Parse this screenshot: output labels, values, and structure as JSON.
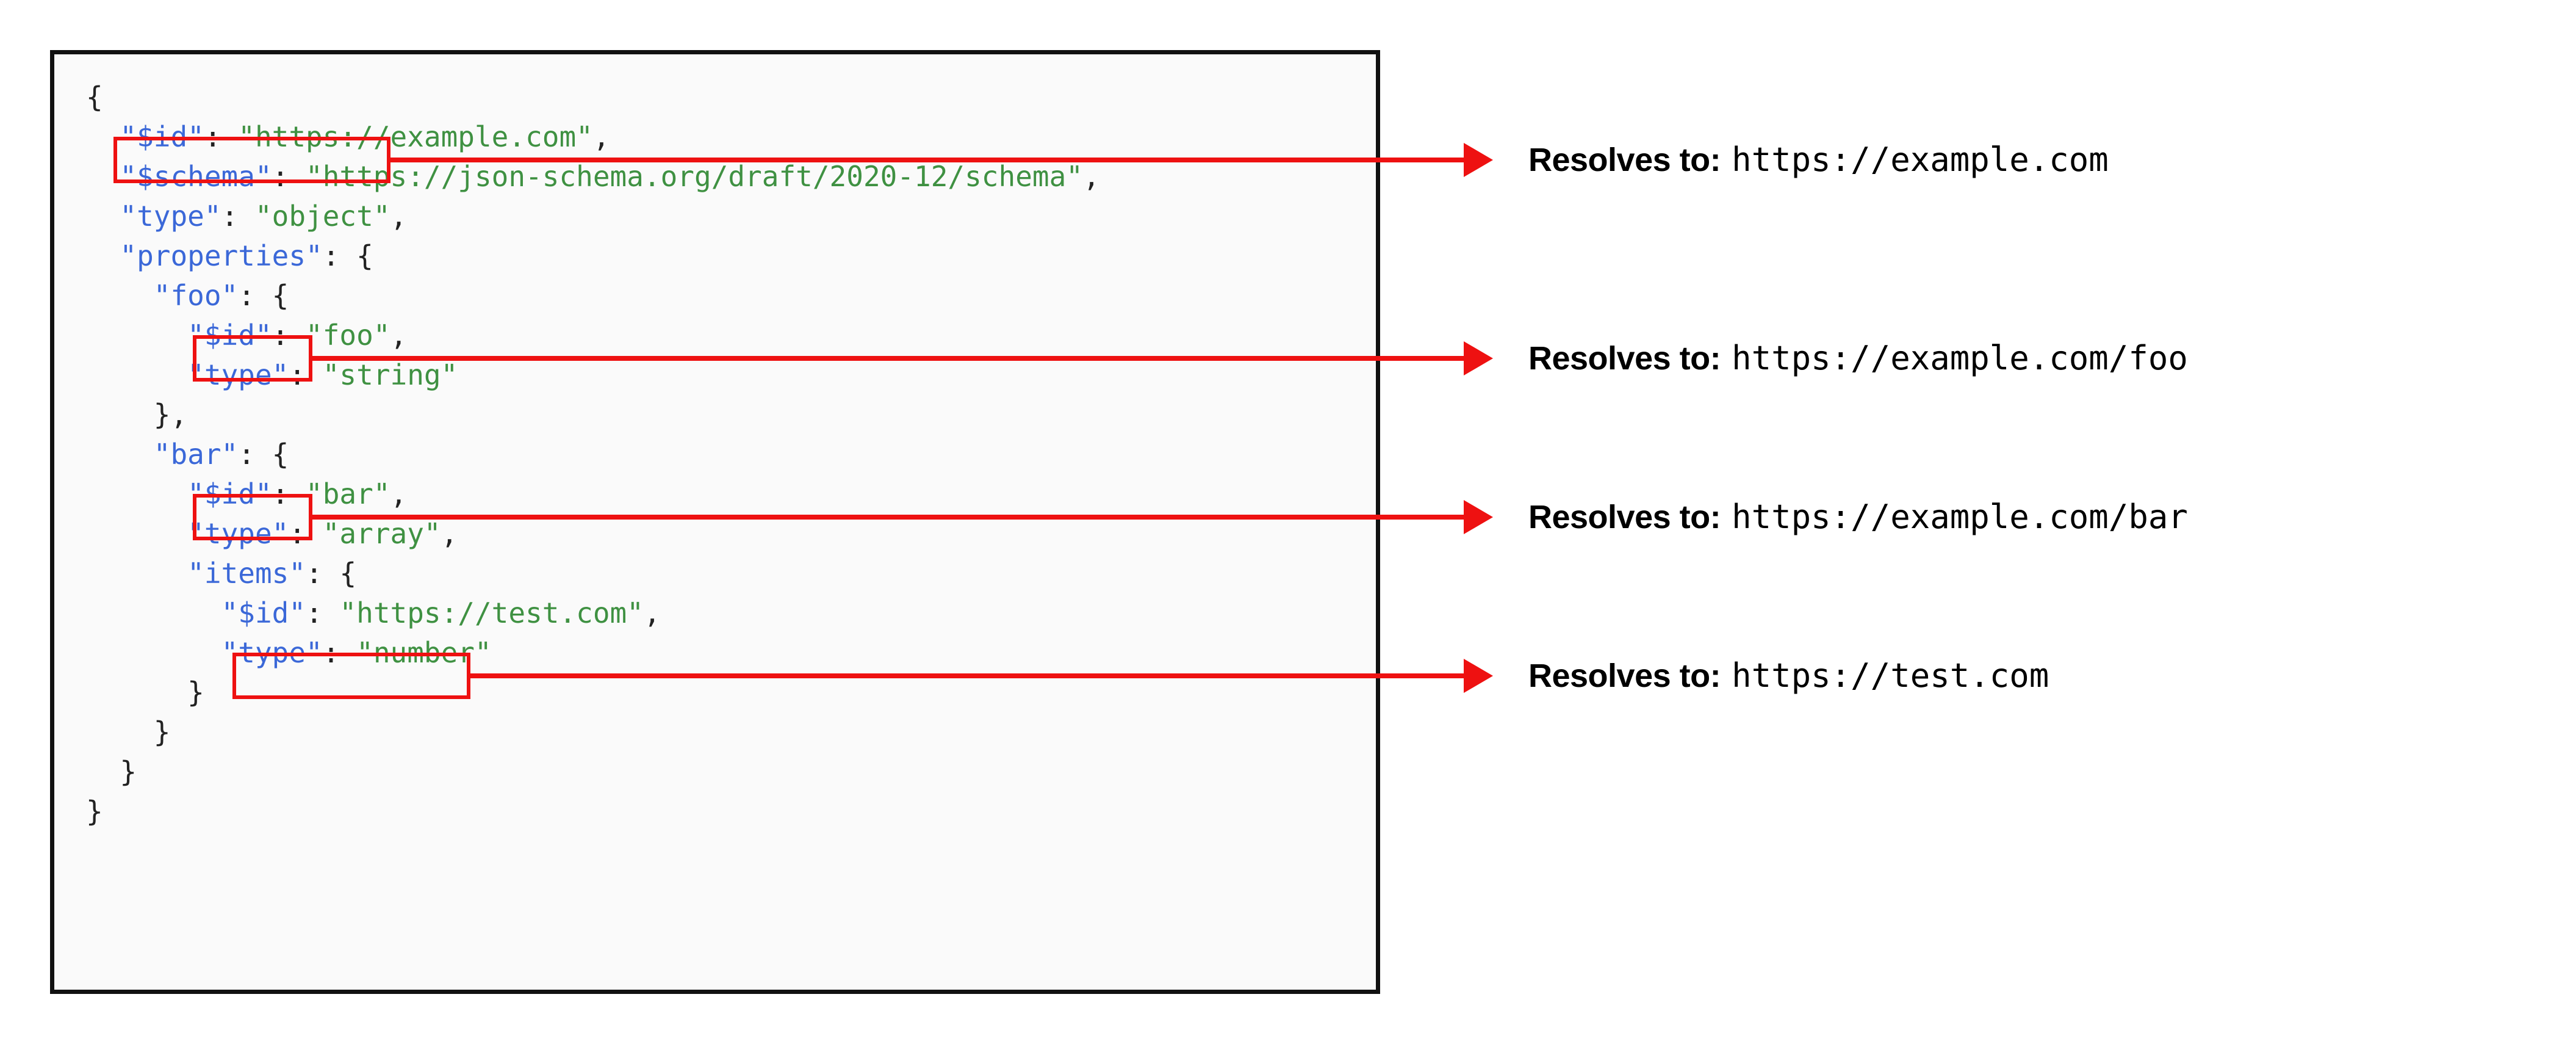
{
  "diagram": {
    "title": "JSON Schema $id resolution",
    "accent_color": "#ee1111",
    "panel_border_color": "#111111",
    "panel_background": "#fafafa",
    "key_color": "#3b68d8",
    "string_color": "#3f9142",
    "punctuation_color": "#222222"
  },
  "code": {
    "language": "json",
    "lines": [
      {
        "indent": 0,
        "text": "{",
        "tokens": [
          {
            "t": "{",
            "c": "p"
          }
        ]
      },
      {
        "indent": 1,
        "text": "\"$id\": \"https://example.com\",",
        "tokens": [
          {
            "t": "\"$id\"",
            "c": "k"
          },
          {
            "t": ": ",
            "c": "p"
          },
          {
            "t": "\"https://example.com\"",
            "c": "s"
          },
          {
            "t": ",",
            "c": "p"
          }
        ]
      },
      {
        "indent": 1,
        "text": "\"$schema\": \"https://json-schema.org/draft/2020-12/schema\",",
        "tokens": [
          {
            "t": "\"$schema\"",
            "c": "k"
          },
          {
            "t": ": ",
            "c": "p"
          },
          {
            "t": "\"https://json-schema.org/draft/2020-12/schema\"",
            "c": "s"
          },
          {
            "t": ",",
            "c": "p"
          }
        ]
      },
      {
        "indent": 1,
        "text": "\"type\": \"object\",",
        "tokens": [
          {
            "t": "\"type\"",
            "c": "k"
          },
          {
            "t": ": ",
            "c": "p"
          },
          {
            "t": "\"object\"",
            "c": "s"
          },
          {
            "t": ",",
            "c": "p"
          }
        ]
      },
      {
        "indent": 1,
        "text": "\"properties\": {",
        "tokens": [
          {
            "t": "\"properties\"",
            "c": "k"
          },
          {
            "t": ": ",
            "c": "p"
          },
          {
            "t": "{",
            "c": "p"
          }
        ]
      },
      {
        "indent": 2,
        "text": "\"foo\": {",
        "tokens": [
          {
            "t": "\"foo\"",
            "c": "k"
          },
          {
            "t": ": ",
            "c": "p"
          },
          {
            "t": "{",
            "c": "p"
          }
        ]
      },
      {
        "indent": 3,
        "text": "\"$id\": \"foo\",",
        "tokens": [
          {
            "t": "\"$id\"",
            "c": "k"
          },
          {
            "t": ": ",
            "c": "p"
          },
          {
            "t": "\"foo\"",
            "c": "s"
          },
          {
            "t": ",",
            "c": "p"
          }
        ]
      },
      {
        "indent": 3,
        "text": "\"type\": \"string\"",
        "tokens": [
          {
            "t": "\"type\"",
            "c": "k"
          },
          {
            "t": ": ",
            "c": "p"
          },
          {
            "t": "\"string\"",
            "c": "s"
          }
        ]
      },
      {
        "indent": 2,
        "text": "},",
        "tokens": [
          {
            "t": "},",
            "c": "p"
          }
        ]
      },
      {
        "indent": 2,
        "text": "\"bar\": {",
        "tokens": [
          {
            "t": "\"bar\"",
            "c": "k"
          },
          {
            "t": ": ",
            "c": "p"
          },
          {
            "t": "{",
            "c": "p"
          }
        ]
      },
      {
        "indent": 3,
        "text": "\"$id\": \"bar\",",
        "tokens": [
          {
            "t": "\"$id\"",
            "c": "k"
          },
          {
            "t": ": ",
            "c": "p"
          },
          {
            "t": "\"bar\"",
            "c": "s"
          },
          {
            "t": ",",
            "c": "p"
          }
        ]
      },
      {
        "indent": 3,
        "text": "\"type\": \"array\",",
        "tokens": [
          {
            "t": "\"type\"",
            "c": "k"
          },
          {
            "t": ": ",
            "c": "p"
          },
          {
            "t": "\"array\"",
            "c": "s"
          },
          {
            "t": ",",
            "c": "p"
          }
        ]
      },
      {
        "indent": 3,
        "text": "\"items\": {",
        "tokens": [
          {
            "t": "\"items\"",
            "c": "k"
          },
          {
            "t": ": ",
            "c": "p"
          },
          {
            "t": "{",
            "c": "p"
          }
        ]
      },
      {
        "indent": 4,
        "text": "\"$id\": \"https://test.com\",",
        "tokens": [
          {
            "t": "\"$id\"",
            "c": "k"
          },
          {
            "t": ": ",
            "c": "p"
          },
          {
            "t": "\"https://test.com\"",
            "c": "s"
          },
          {
            "t": ",",
            "c": "p"
          }
        ]
      },
      {
        "indent": 4,
        "text": "\"type\": \"number\"",
        "tokens": [
          {
            "t": "\"type\"",
            "c": "k"
          },
          {
            "t": ": ",
            "c": "p"
          },
          {
            "t": "\"number\"",
            "c": "s"
          }
        ]
      },
      {
        "indent": 3,
        "text": "}",
        "tokens": [
          {
            "t": "}",
            "c": "p"
          }
        ]
      },
      {
        "indent": 2,
        "text": "}",
        "tokens": [
          {
            "t": "}",
            "c": "p"
          }
        ]
      },
      {
        "indent": 1,
        "text": "}",
        "tokens": [
          {
            "t": "}",
            "c": "p"
          }
        ]
      },
      {
        "indent": 0,
        "text": "}",
        "tokens": [
          {
            "t": "}",
            "c": "p"
          }
        ]
      }
    ]
  },
  "highlights": [
    {
      "id": "highlight-id-root",
      "source_line": 1,
      "value": "https://example.com"
    },
    {
      "id": "highlight-id-foo",
      "source_line": 6,
      "value": "foo"
    },
    {
      "id": "highlight-id-bar",
      "source_line": 10,
      "value": "bar"
    },
    {
      "id": "highlight-id-items",
      "source_line": 13,
      "value": "https://test.com"
    }
  ],
  "resolutions": [
    {
      "label": "Resolves to:",
      "url": "https://example.com"
    },
    {
      "label": "Resolves to:",
      "url": "https://example.com/foo"
    },
    {
      "label": "Resolves to:",
      "url": "https://example.com/bar"
    },
    {
      "label": "Resolves to:",
      "url": "https://test.com"
    }
  ]
}
